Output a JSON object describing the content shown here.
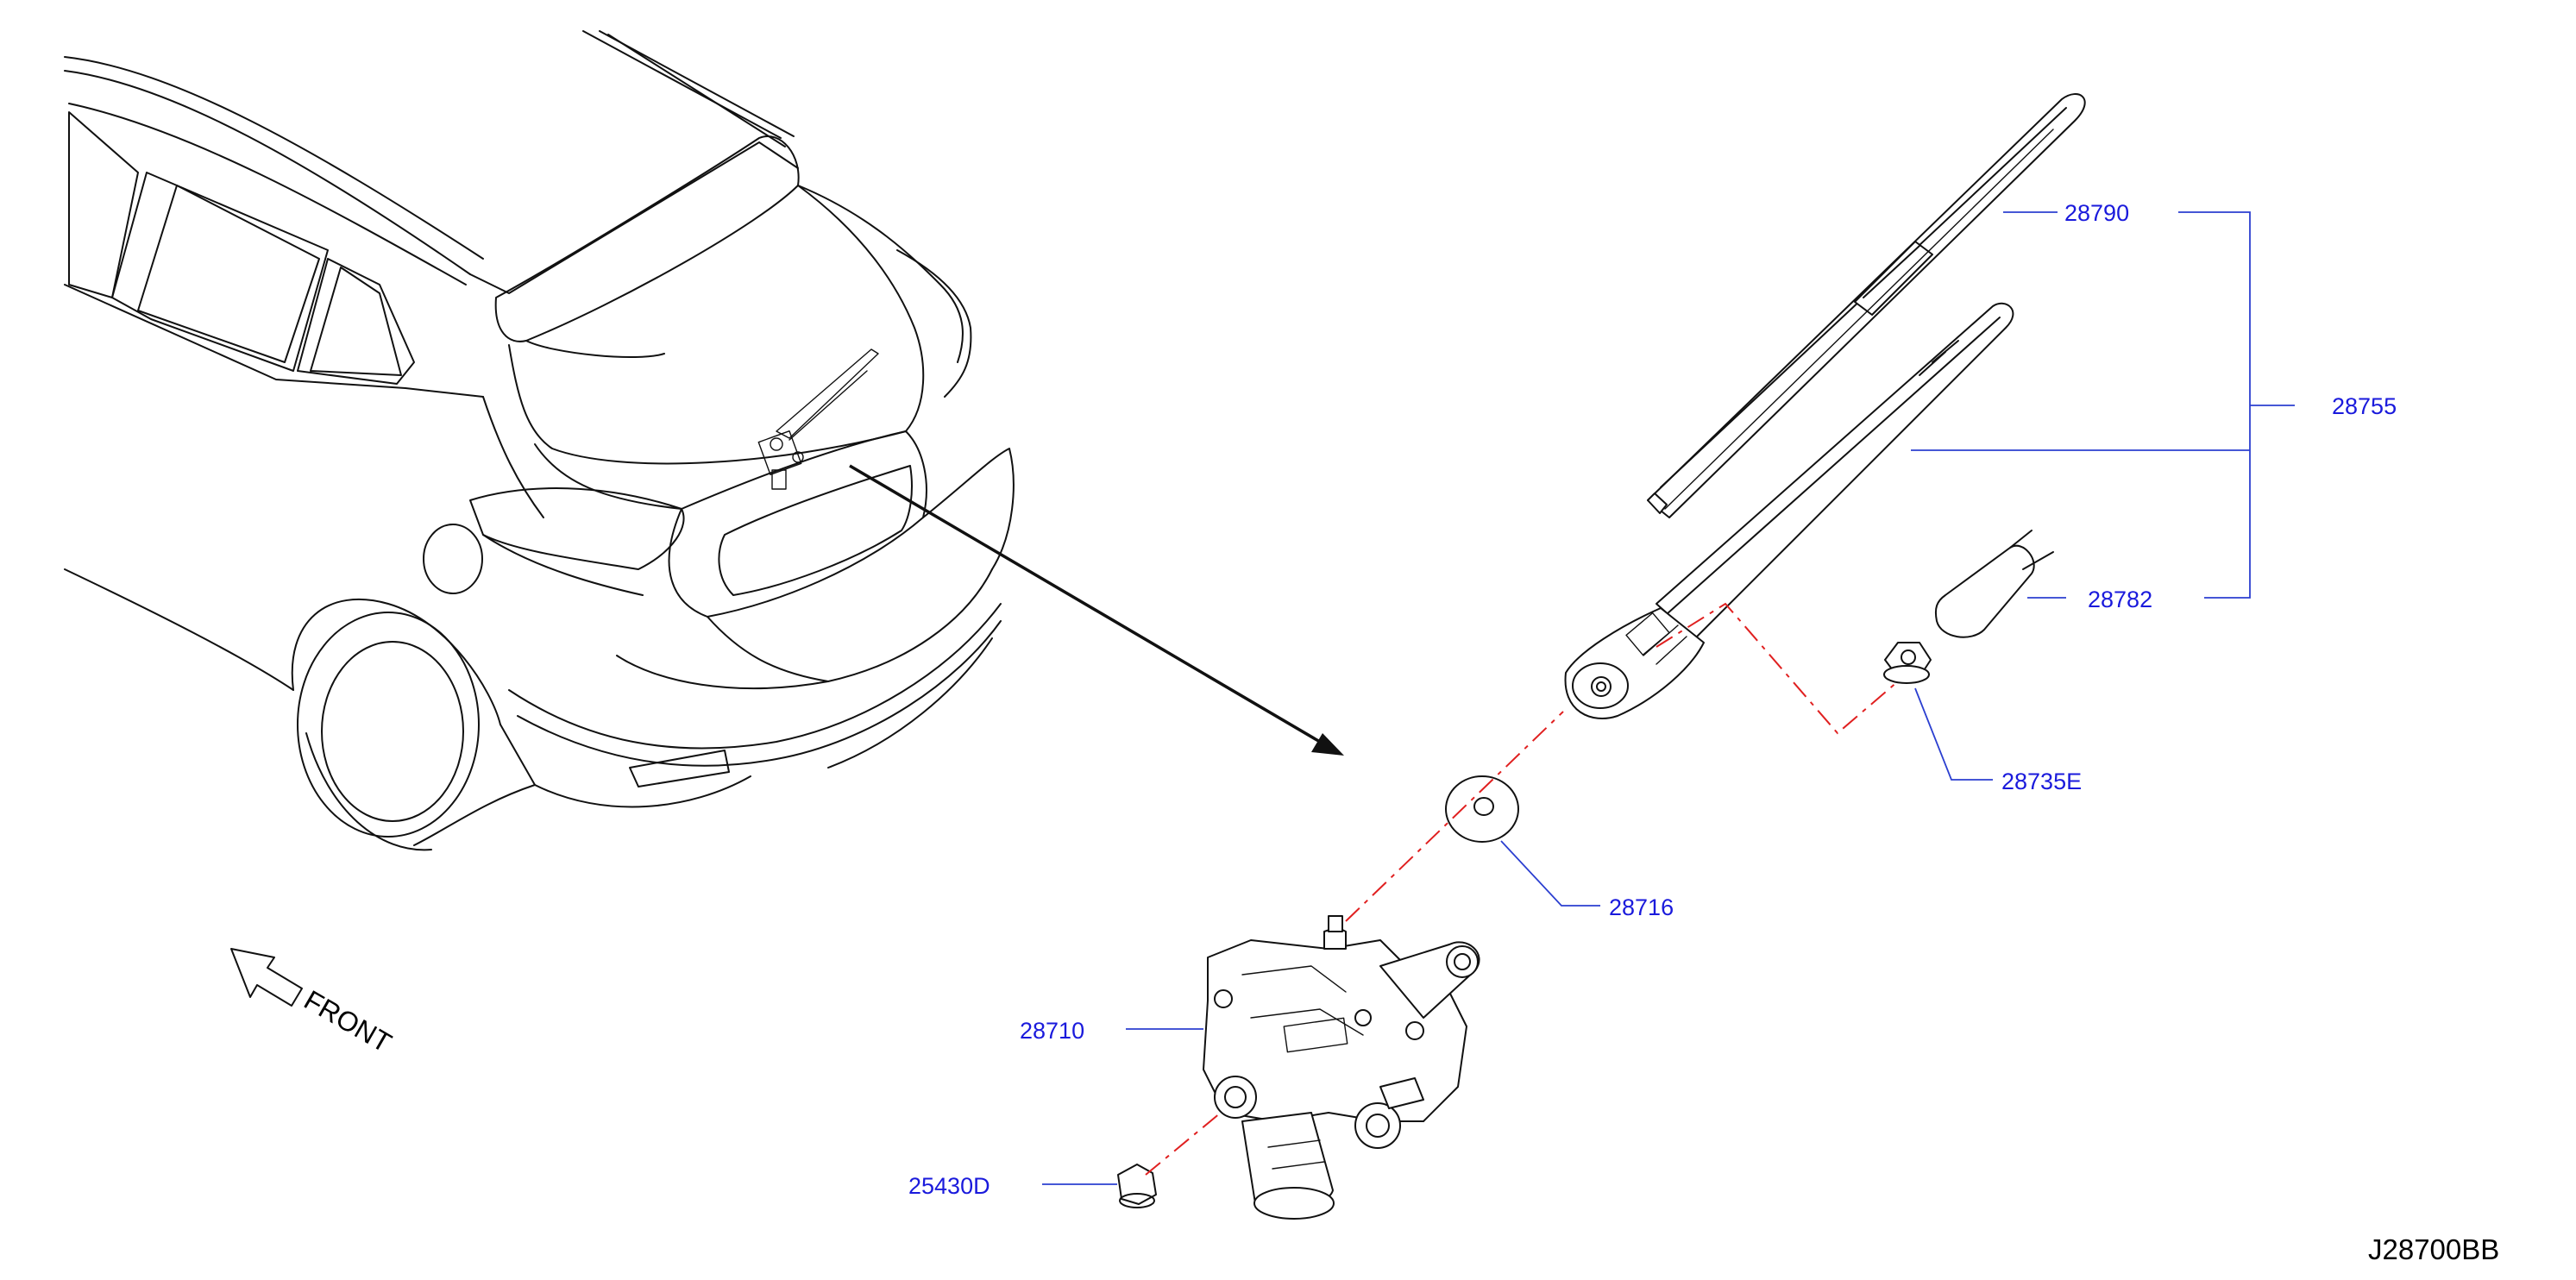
{
  "diagram": {
    "reference_code": "J28700BB",
    "front_label": "FRONT"
  },
  "parts": [
    {
      "id": "p28790",
      "number": "28790",
      "component": "wiper-blade"
    },
    {
      "id": "p28755",
      "number": "28755",
      "component": "wiper-arm-assembly-bracket"
    },
    {
      "id": "p28782",
      "number": "28782",
      "component": "arm-pivot-cap"
    },
    {
      "id": "p28735e",
      "number": "28735E",
      "component": "pivot-nut"
    },
    {
      "id": "p28716",
      "number": "28716",
      "component": "pivot-washer"
    },
    {
      "id": "p28710",
      "number": "28710",
      "component": "wiper-motor"
    },
    {
      "id": "p25430d",
      "number": "25430D",
      "component": "grommet"
    }
  ],
  "colors": {
    "line_art": "#111111",
    "part_number": "#1a1adc",
    "leader_line": "#2b3fd0",
    "center_line": "#e02020",
    "background": "#ffffff"
  }
}
